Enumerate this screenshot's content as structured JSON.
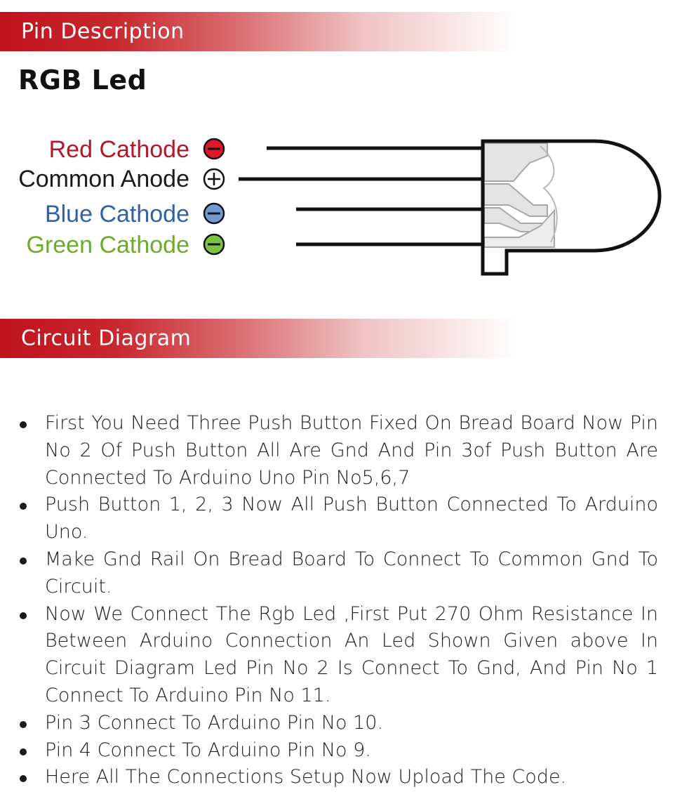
{
  "sections": {
    "pin_description": "Pin Description",
    "circuit_diagram": "Circuit Diagram"
  },
  "rgb_led": {
    "title": "RGB Led",
    "pins": [
      {
        "label": "Red Cathode",
        "color": "#b5172a",
        "symbol": "minus",
        "symbol_fill": "#e0182a"
      },
      {
        "label": "Common Anode",
        "color": "#1a1a1a",
        "symbol": "plus",
        "symbol_fill": "#ffffff"
      },
      {
        "label": "Blue Cathode",
        "color": "#2f62a8",
        "symbol": "minus",
        "symbol_fill": "#6f9bd3"
      },
      {
        "label": "Green Cathode",
        "color": "#6cab2b",
        "symbol": "minus",
        "symbol_fill": "#7cc443"
      }
    ]
  },
  "steps": [
    "First You Need Three Push Button Fixed On Bread Board Now Pin No 2 Of Push Button All Are Gnd And Pin 3of Push Button Are Connected To Arduino Uno Pin No5,6,7",
    "Push Button 1, 2, 3 Now All Push Button Connected To Arduino Uno.",
    "Make Gnd Rail On Bread Board To Connect To Common Gnd To Circuit.",
    "Now We Connect The Rgb Led ,First Put 270 Ohm Resistance In Between  Arduino Connection An Led Shown Given above In Circuit Diagram Led Pin No 2 Is Connect To Gnd, And Pin No 1 Connect To Arduino Pin No 11.",
    "Pin 3 Connect To Arduino Pin No 10.",
    "Pin 4 Connect To Arduino Pin No 9.",
    "Here All The Connections Setup Now Upload The Code."
  ]
}
